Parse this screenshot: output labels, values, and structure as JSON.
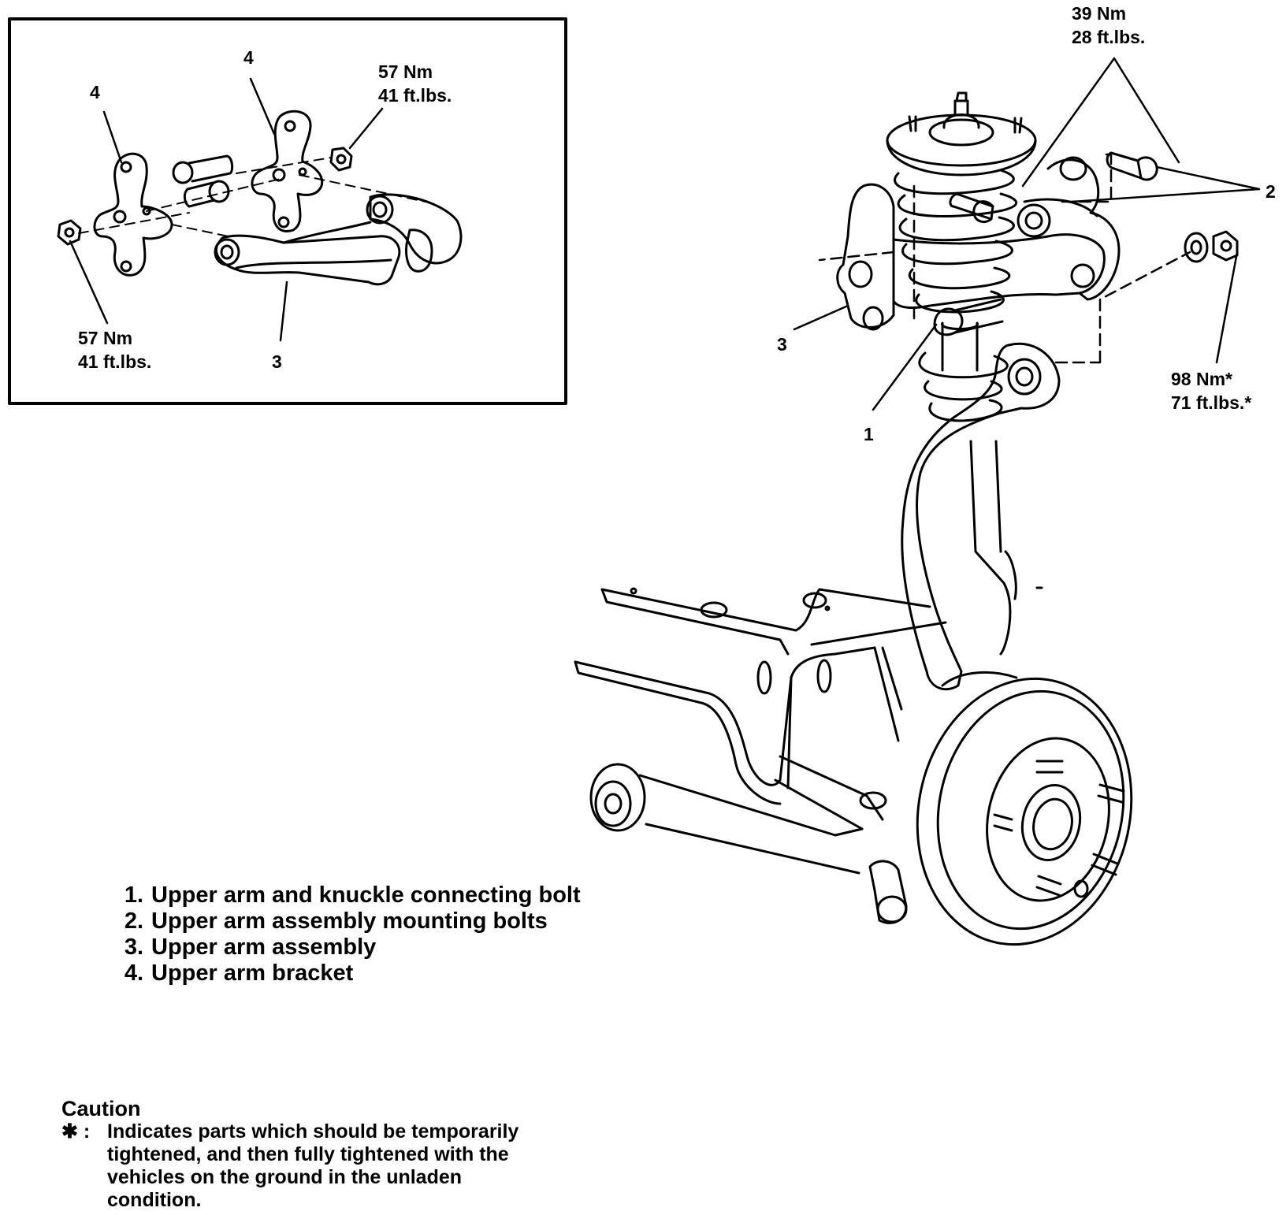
{
  "inset": {
    "callout_4a": "4",
    "callout_4b": "4",
    "callout_3": "3",
    "torque_top_nm": "57 Nm",
    "torque_top_ft": "41 ft.lbs.",
    "torque_bottom_nm": "57 Nm",
    "torque_bottom_ft": "41 ft.lbs."
  },
  "main": {
    "torque_top_nm": "39 Nm",
    "torque_top_ft": "28 ft.lbs.",
    "torque_right_nm": "98 Nm*",
    "torque_right_ft": "71 ft.lbs.*",
    "callout_1": "1",
    "callout_2": "2",
    "callout_3": "3"
  },
  "legend": [
    {
      "num": "1.",
      "text": "Upper arm and knuckle connecting bolt"
    },
    {
      "num": "2.",
      "text": "Upper arm assembly mounting bolts"
    },
    {
      "num": "3.",
      "text": "Upper arm assembly"
    },
    {
      "num": "4.",
      "text": "Upper arm bracket"
    }
  ],
  "caution": {
    "title": "Caution",
    "marker": "✱ :",
    "text": "Indicates parts which should be temporarily tightened, and then fully tightened with the vehicles on the ground in the unladen condition."
  }
}
